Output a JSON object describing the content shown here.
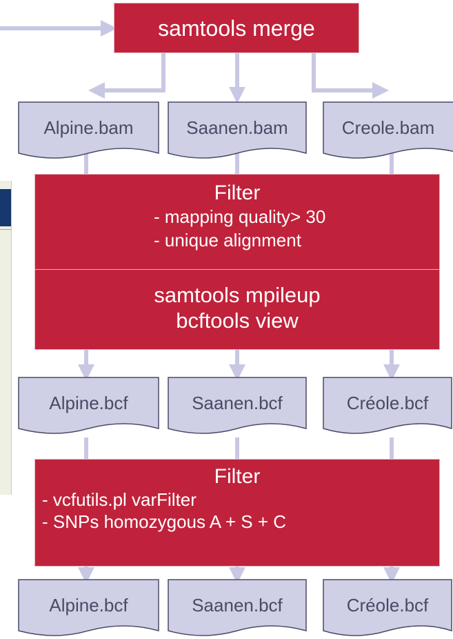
{
  "nodes": {
    "merge": "samtools merge",
    "bam": [
      "Alpine.bam",
      "Saanen.bam",
      "Creole.bam"
    ],
    "filter1": {
      "title": "Filter",
      "items": [
        "- mapping quality> 30",
        "- unique alignment"
      ]
    },
    "mpileup": [
      "samtools mpileup",
      "bcftools view"
    ],
    "bcf1": [
      "Alpine.bcf",
      "Saanen.bcf",
      "Créole.bcf"
    ],
    "filter2": {
      "title": "Filter",
      "items": [
        "- vcfutils.pl varFilter",
        "- SNPs homozygous A + S + C"
      ]
    },
    "bcf2": [
      "Alpine.bcf",
      "Saanen.bcf",
      "Créole.bcf"
    ]
  },
  "colors": {
    "process_fill": "#c0223b",
    "document_fill": "#cfcfe6",
    "arrow": "#c8c8e4",
    "text_light": "#ffffff",
    "text_dark": "#4a4a66"
  }
}
